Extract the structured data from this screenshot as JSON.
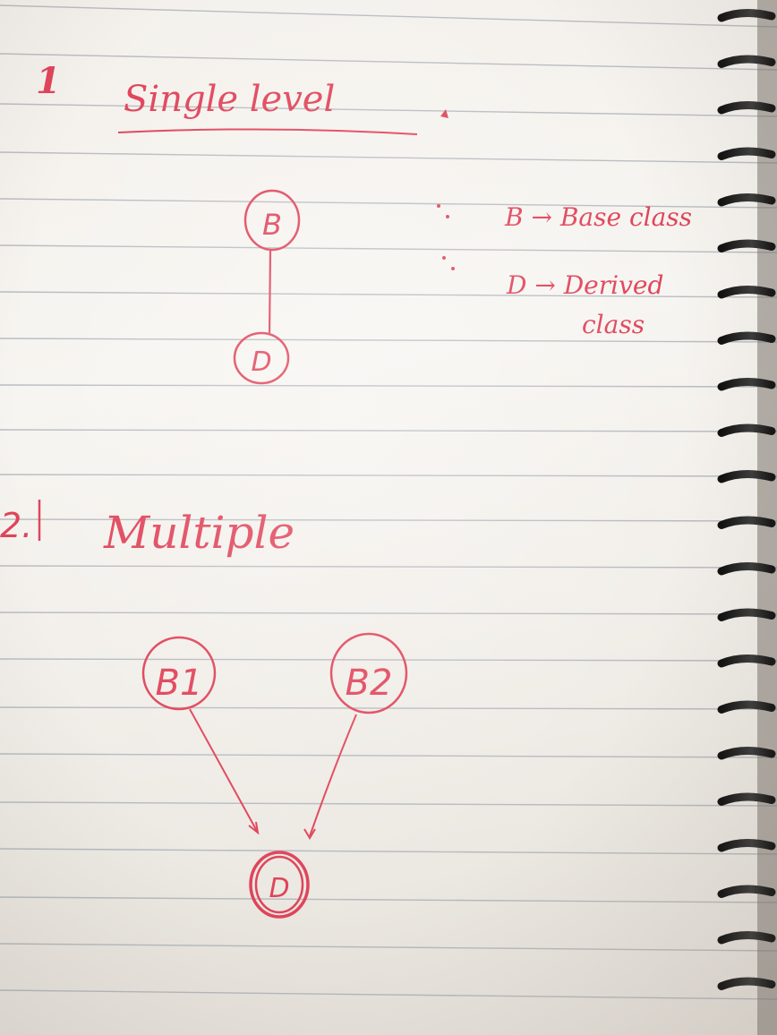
{
  "notes": {
    "section1": {
      "number": "1",
      "title": "Single level"
    },
    "diagram1": {
      "top_node": "B",
      "bottom_node": "D"
    },
    "legend": {
      "base_line": "B → Base class",
      "derived_line": "D → Derived",
      "derived_line_2": "class"
    },
    "section2": {
      "number": "2.",
      "title": "Multiple"
    },
    "diagram2": {
      "left_node": "B1",
      "right_node": "B2",
      "bottom_node": "D"
    }
  },
  "colors": {
    "ink": "#e0445a",
    "rule_line": "#9aa3ad",
    "paper": "#f5f2ed",
    "binding": "#1e1e1e"
  },
  "icons": [
    "spiral-binding-icon"
  ]
}
